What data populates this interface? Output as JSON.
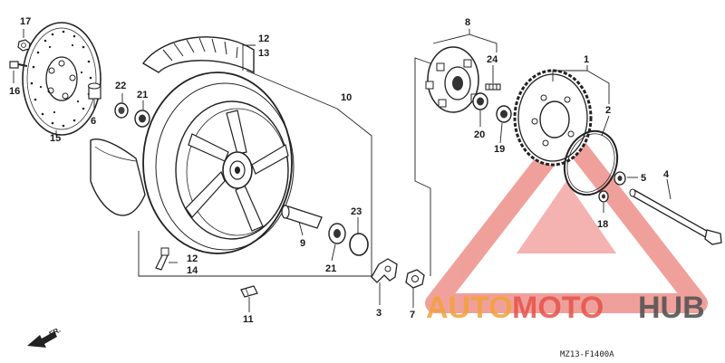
{
  "diagram": {
    "code": "MZ13-F1400A",
    "direction_label": "FR.",
    "callouts": [
      {
        "key": "c17",
        "text": "17"
      },
      {
        "key": "c16",
        "text": "16"
      },
      {
        "key": "c15",
        "text": "15"
      },
      {
        "key": "c22",
        "text": "22"
      },
      {
        "key": "c21a",
        "text": "21"
      },
      {
        "key": "c6",
        "text": "6"
      },
      {
        "key": "c12a",
        "text": "12"
      },
      {
        "key": "c13",
        "text": "13"
      },
      {
        "key": "c10",
        "text": "10"
      },
      {
        "key": "c23",
        "text": "23"
      },
      {
        "key": "c9",
        "text": "9"
      },
      {
        "key": "c21b",
        "text": "21"
      },
      {
        "key": "c12b",
        "text": "12"
      },
      {
        "key": "c14",
        "text": "14"
      },
      {
        "key": "c11",
        "text": "11"
      },
      {
        "key": "c3",
        "text": "3"
      },
      {
        "key": "c7",
        "text": "7"
      },
      {
        "key": "c8",
        "text": "8"
      },
      {
        "key": "c24",
        "text": "24"
      },
      {
        "key": "c20",
        "text": "20"
      },
      {
        "key": "c19",
        "text": "19"
      },
      {
        "key": "c1",
        "text": "1"
      },
      {
        "key": "c2",
        "text": "2"
      },
      {
        "key": "c5",
        "text": "5"
      },
      {
        "key": "c4",
        "text": "4"
      },
      {
        "key": "c18",
        "text": "18"
      }
    ]
  },
  "watermark": {
    "part1": "AUTO",
    "part2": "MOTO",
    "part3": "HUB",
    "color_orange": "#f2a23a",
    "color_red": "#e5534b",
    "color_dark": "#555555"
  }
}
